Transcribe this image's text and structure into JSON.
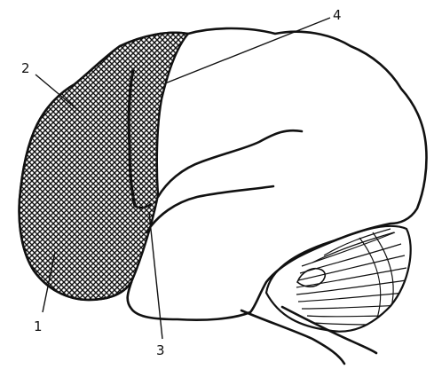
{
  "diagram": {
    "labels": [
      {
        "id": "1",
        "text": "1"
      },
      {
        "id": "2",
        "text": "2"
      },
      {
        "id": "3",
        "text": "3"
      },
      {
        "id": "4",
        "text": "4"
      }
    ]
  }
}
